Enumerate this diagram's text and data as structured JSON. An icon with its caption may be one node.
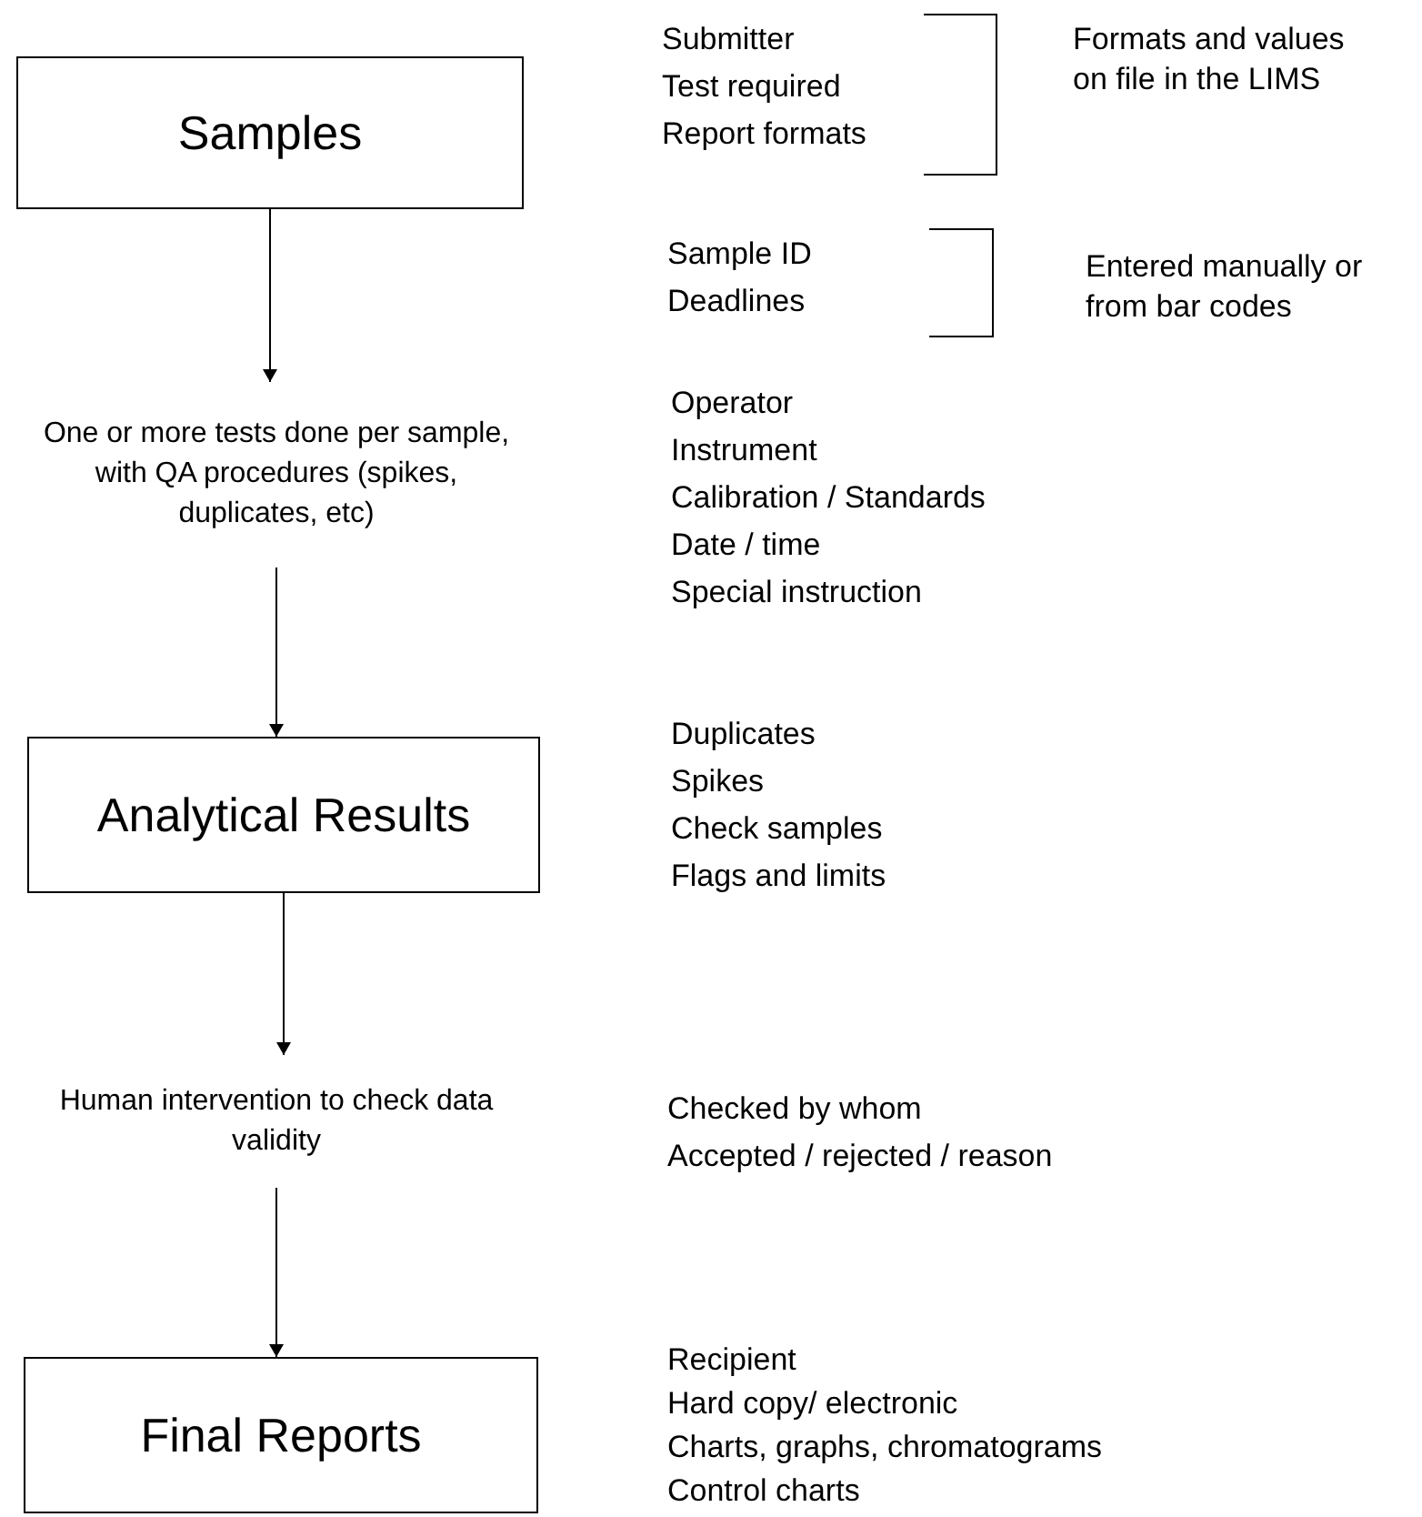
{
  "diagram": {
    "nodes": [
      {
        "text": [
          "Samples"
        ]
      },
      {
        "text": [
          "One or more tests done per sample, with QA procedures (spikes, duplicates, etc)"
        ]
      },
      {
        "text": [
          "Analytical Results"
        ]
      },
      {
        "text": [
          "Human intervention to check data validity"
        ]
      },
      {
        "text": [
          "Final Reports"
        ]
      }
    ],
    "edges": [
      {
        "from": 0,
        "to": 1,
        "arrow": "to"
      },
      {
        "from": 1,
        "to": 2,
        "arrow": "to"
      },
      {
        "from": 2,
        "to": 3,
        "arrow": "to"
      },
      {
        "from": 3,
        "to": 4,
        "arrow": "to"
      }
    ],
    "labels": [
      "Submitter",
      "Test required",
      "Report formats",
      "Formats and values on file in the LIMS",
      "Sample ID",
      "Deadlines",
      "Entered manually or from bar codes",
      "Operator",
      "Instrument",
      "Calibration / Standards",
      "Date / time",
      "Special instruction",
      "Duplicates",
      "Spikes",
      "Check samples",
      "Flags and limits",
      "Checked by whom",
      "Accepted / rejected / reason",
      "Recipient",
      "Hard copy/ electronic",
      "Charts, graphs, chromatograms",
      "Control charts"
    ]
  }
}
